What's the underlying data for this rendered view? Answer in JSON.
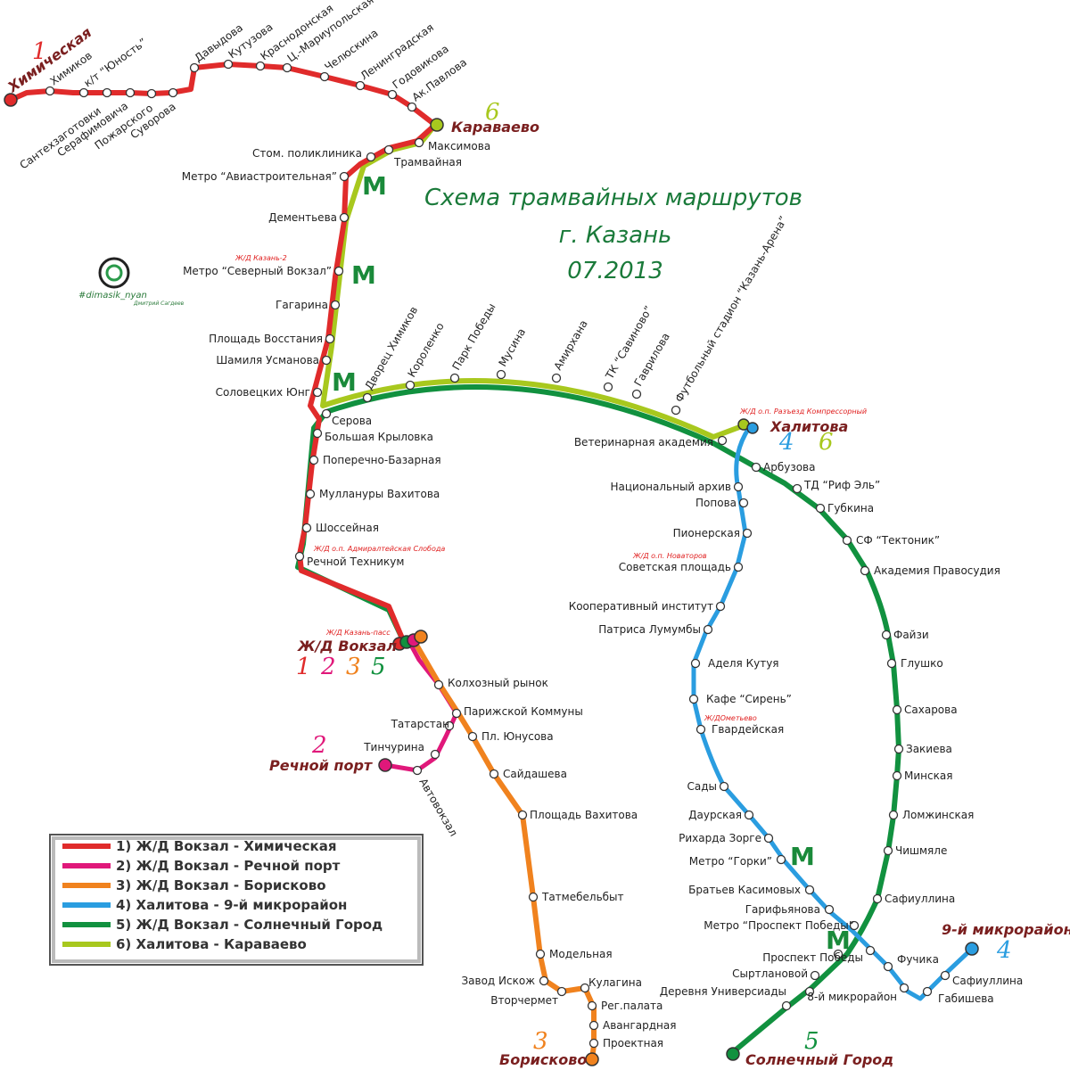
{
  "title": {
    "line1": "Схема трамвайных маршрутов",
    "line2": "г. Казань",
    "line3": "07.2013"
  },
  "logo": {
    "handle": "#dimasik_nyan",
    "author": "Дмитрий Сагдеев"
  },
  "colors": {
    "route1": "#e02b2b",
    "route2": "#e0187a",
    "route3": "#f0821e",
    "route4": "#2a9de0",
    "route5": "#11913f",
    "route6": "#a8c81e"
  },
  "termini": {
    "khimicheskaya": {
      "name": "Химическая",
      "num": "1"
    },
    "karavaevo": {
      "name": "Караваево",
      "num": "6"
    },
    "khalitova": {
      "name": "Халитова",
      "num4": "4",
      "num6": "6"
    },
    "vokzal": {
      "name": "Ж/Д Вокзал",
      "n1": "1",
      "n2": "2",
      "n3": "3",
      "n5": "5"
    },
    "rechnoy": {
      "name": "Речной порт",
      "num": "2"
    },
    "borisk": {
      "name": "Борисково",
      "num": "3"
    },
    "solnech": {
      "name": "Солнечный Город",
      "num": "5"
    },
    "micro9": {
      "name": "9-й микрорайон",
      "num": "4"
    }
  },
  "metro_label": "M",
  "small_labels": {
    "kazan2": "Ж/Д Казань-2",
    "admiral": "Ж/Д о.п. Адмиралтейская Слобода",
    "kazanpass": "Ж/Д Казань-пасс",
    "razyezd": "Ж/Д о.п. Разъезд Компрессорный",
    "novatorov": "Ж/Д о.п. Новаторов",
    "ometyevo": "Ж/ДОметьево"
  },
  "stations": {
    "khimikov": "Химиков",
    "santekh": "Сантехзаготовки",
    "unost": "к/т “Юность”",
    "serafim": "Серафимовича",
    "pozhar": "Пожарского",
    "suvorova": "Суворова",
    "davydova": "Давыдова",
    "kutuzova": "Кутузова",
    "krasnodon": "Краснодонская",
    "mariupol": "Ц.-Мариупольская",
    "chelyusk": "Челюскина",
    "leningr": "Ленинградская",
    "godovik": "Годовикова",
    "pavlova": "Ак.Павлова",
    "maksimova": "Максимова",
    "tramvaynaya": "Трамвайная",
    "stom": "Стом. поликлиника",
    "aviastr": "Метро “Авиастроительная”",
    "dementeva": "Дементьева",
    "sevvokzal": "Метро “Северный Вокзал”",
    "gagarina": "Гагарина",
    "vosstaniya": "Площадь Восстания",
    "usmanova": "Шамиля Усманова",
    "solovets": "Соловецких Юнг",
    "serova": "Серова",
    "krylovka": "Большая Крыловка",
    "poperechno": "Поперечно-Базарная",
    "vakhitova": "Муллануры Вахитова",
    "shosseynaya": "Шоссейная",
    "rechtekh": "Речной Техникум",
    "dvorets": "Дворец Химиков",
    "korolenko": "Короленко",
    "park": "Парк Победы",
    "musina": "Мусина",
    "amirkhana": "Амирхана",
    "savinovo": "ТК “Савиново”",
    "gavrilova": "Гаврилова",
    "stadion": "Футбольный стадион “Казань-Арена”",
    "veterin": "Ветеринарная академия",
    "arbuzova": "Арбузова",
    "rifel": "ТД “Риф Эль”",
    "gubkina": "Губкина",
    "tektonik": "СФ “Тектоник”",
    "akadem": "Академия Правосудия",
    "fayzi": "Файзи",
    "glushko": "Глушко",
    "sakharova": "Сахарова",
    "zakieva": "Закиева",
    "minskaya": "Минская",
    "lomzhin": "Ломжинская",
    "chishmyale": "Чишмяле",
    "safiul": "Сафиуллина",
    "natsarkh": "Национальный архив",
    "popova": "Попова",
    "pioner": "Пионерская",
    "sovpl": "Советская площадь",
    "koop": "Кооперативный институт",
    "lumumba": "Патриса Лумумбы",
    "kutuya": "Аделя Кутуя",
    "siren": "Кафе “Сирень”",
    "gvard": "Гвардейская",
    "sady": "Сады",
    "daurskaya": "Даурская",
    "zorge": "Рихарда Зорге",
    "gorki": "Метро “Горки”",
    "kasimov": "Братьев Касимовых",
    "garif": "Гарифьянова",
    "propobedy": "Метро “Проспект Победы”",
    "prospobedy": "Проспект Победы",
    "fuchika": "Фучика",
    "safiul2": "Сафиуллина",
    "gabisheva": "Габишева",
    "micro8": "8-й микрорайон",
    "syrtlan": "Сыртлановой",
    "derevnya": "Деревня Универсиады",
    "kolkhoz": "Колхозный рынок",
    "parizh": "Парижской Коммуны",
    "tatarstan": "Татарстан",
    "yunusova": "Пл. Юнусова",
    "tinchurina": "Тинчурина",
    "avtovokzal": "Автовокзал",
    "saydasheva": "Сайдашева",
    "plvakh": "Площадь Вахитова",
    "tatmebel": "Татмебельбыт",
    "modelnaya": "Модельная",
    "iskozh": "Завод Искож",
    "kulagina": "Кулагина",
    "vtorchermet": "Вторчермет",
    "regpalata": "Рег.палата",
    "avangard": "Авангардная",
    "proektnaya": "Проектная"
  },
  "legend": [
    {
      "label": "1) Ж/Д Вокзал - Химическая",
      "color": "#e02b2b"
    },
    {
      "label": "2) Ж/Д Вокзал - Речной порт",
      "color": "#e0187a"
    },
    {
      "label": "3) Ж/Д Вокзал - Борисково",
      "color": "#f0821e"
    },
    {
      "label": "4) Халитова - 9-й микрорайон",
      "color": "#2a9de0"
    },
    {
      "label": "5) Ж/Д Вокзал - Солнечный Город",
      "color": "#11913f"
    },
    {
      "label": "6) Халитова - Караваево",
      "color": "#a8c81e"
    }
  ]
}
